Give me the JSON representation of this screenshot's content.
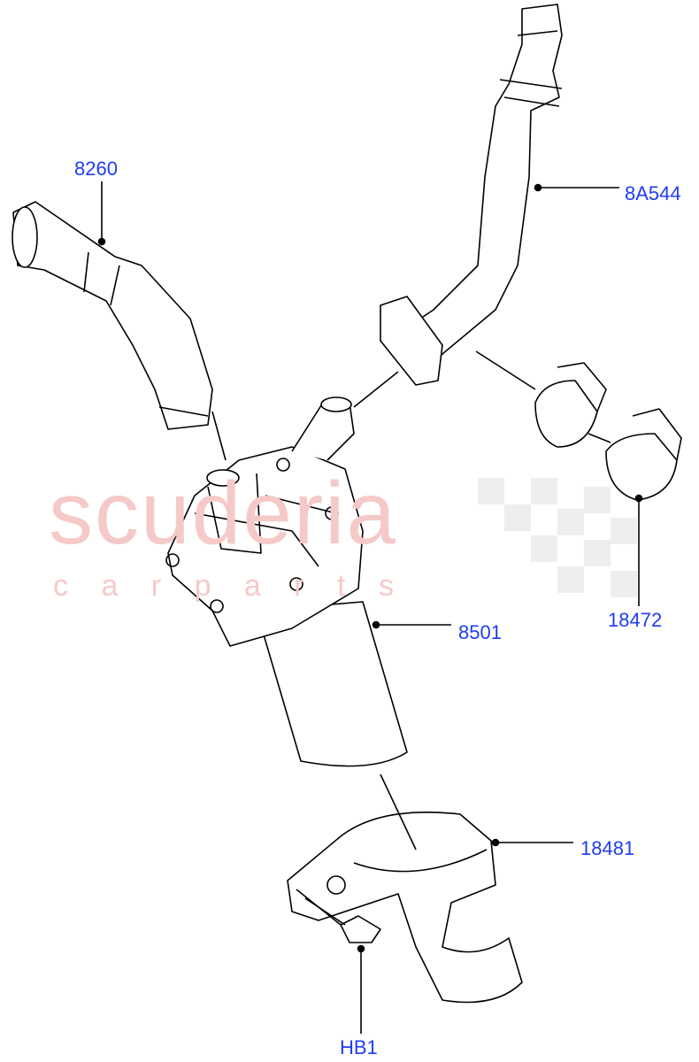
{
  "watermark": {
    "line1": "scuderia",
    "line2": "c a r   p a r t s"
  },
  "colors": {
    "label": "#1f3cf5",
    "watermark": "#f6c9c9",
    "line": "#000000"
  },
  "parts": [
    {
      "id": "8260",
      "label": "8260",
      "description_icon": "coolant-hose-short"
    },
    {
      "id": "8A544",
      "label": "8A544",
      "description_icon": "coolant-hose-long"
    },
    {
      "id": "18472",
      "label": "18472",
      "description_icon": "hose-clip"
    },
    {
      "id": "8501",
      "label": "8501",
      "description_icon": "auxiliary-water-pump"
    },
    {
      "id": "18481",
      "label": "18481",
      "description_icon": "pump-bracket"
    },
    {
      "id": "HB1",
      "label": "HB1",
      "description_icon": "bolt"
    }
  ]
}
